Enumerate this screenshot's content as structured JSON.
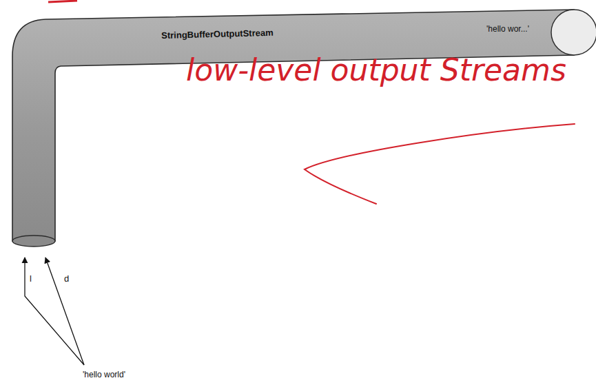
{
  "diagram": {
    "nodes": [
      {
        "text": [
          "StringBufferOutputStream"
        ]
      }
    ],
    "labels": [
      "'hello wor...'",
      "low-level output Streams",
      "l",
      "d",
      "'hello world'"
    ]
  }
}
